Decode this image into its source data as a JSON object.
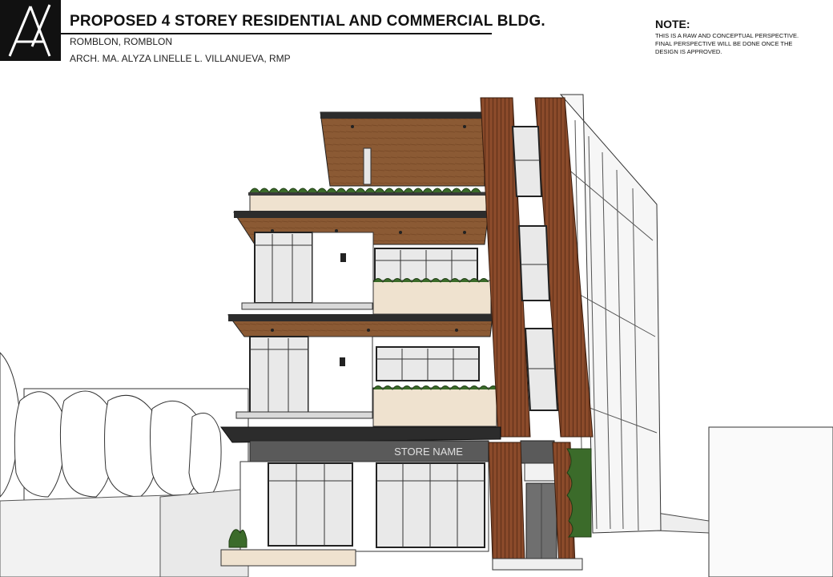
{
  "header": {
    "title": "PROPOSED 4 STOREY RESIDENTIAL AND COMMERCIAL BLDG.",
    "location": "ROMBLON, ROMBLON",
    "architect": "ARCH. MA. ALYZA LINELLE L. VILLANUEVA, RMP"
  },
  "note": {
    "heading": "NOTE:",
    "lines": [
      "THIS IS A RAW AND CONCEPTUAL  PERSPECTIVE.",
      "FINAL PERSPECTIVE  WILL BE DONE ONCE THE",
      "DESIGN IS APPROVED."
    ]
  },
  "building": {
    "signage": "STORE NAME"
  },
  "colors": {
    "wood": "#8a4a2a",
    "soffit": "#8b5a34",
    "beige": "#efe2cf",
    "dark": "#333333",
    "glass": "#e8e8e8",
    "planter": "#3b6b2a"
  },
  "icons": {
    "logo": "av-monogram-logo"
  }
}
